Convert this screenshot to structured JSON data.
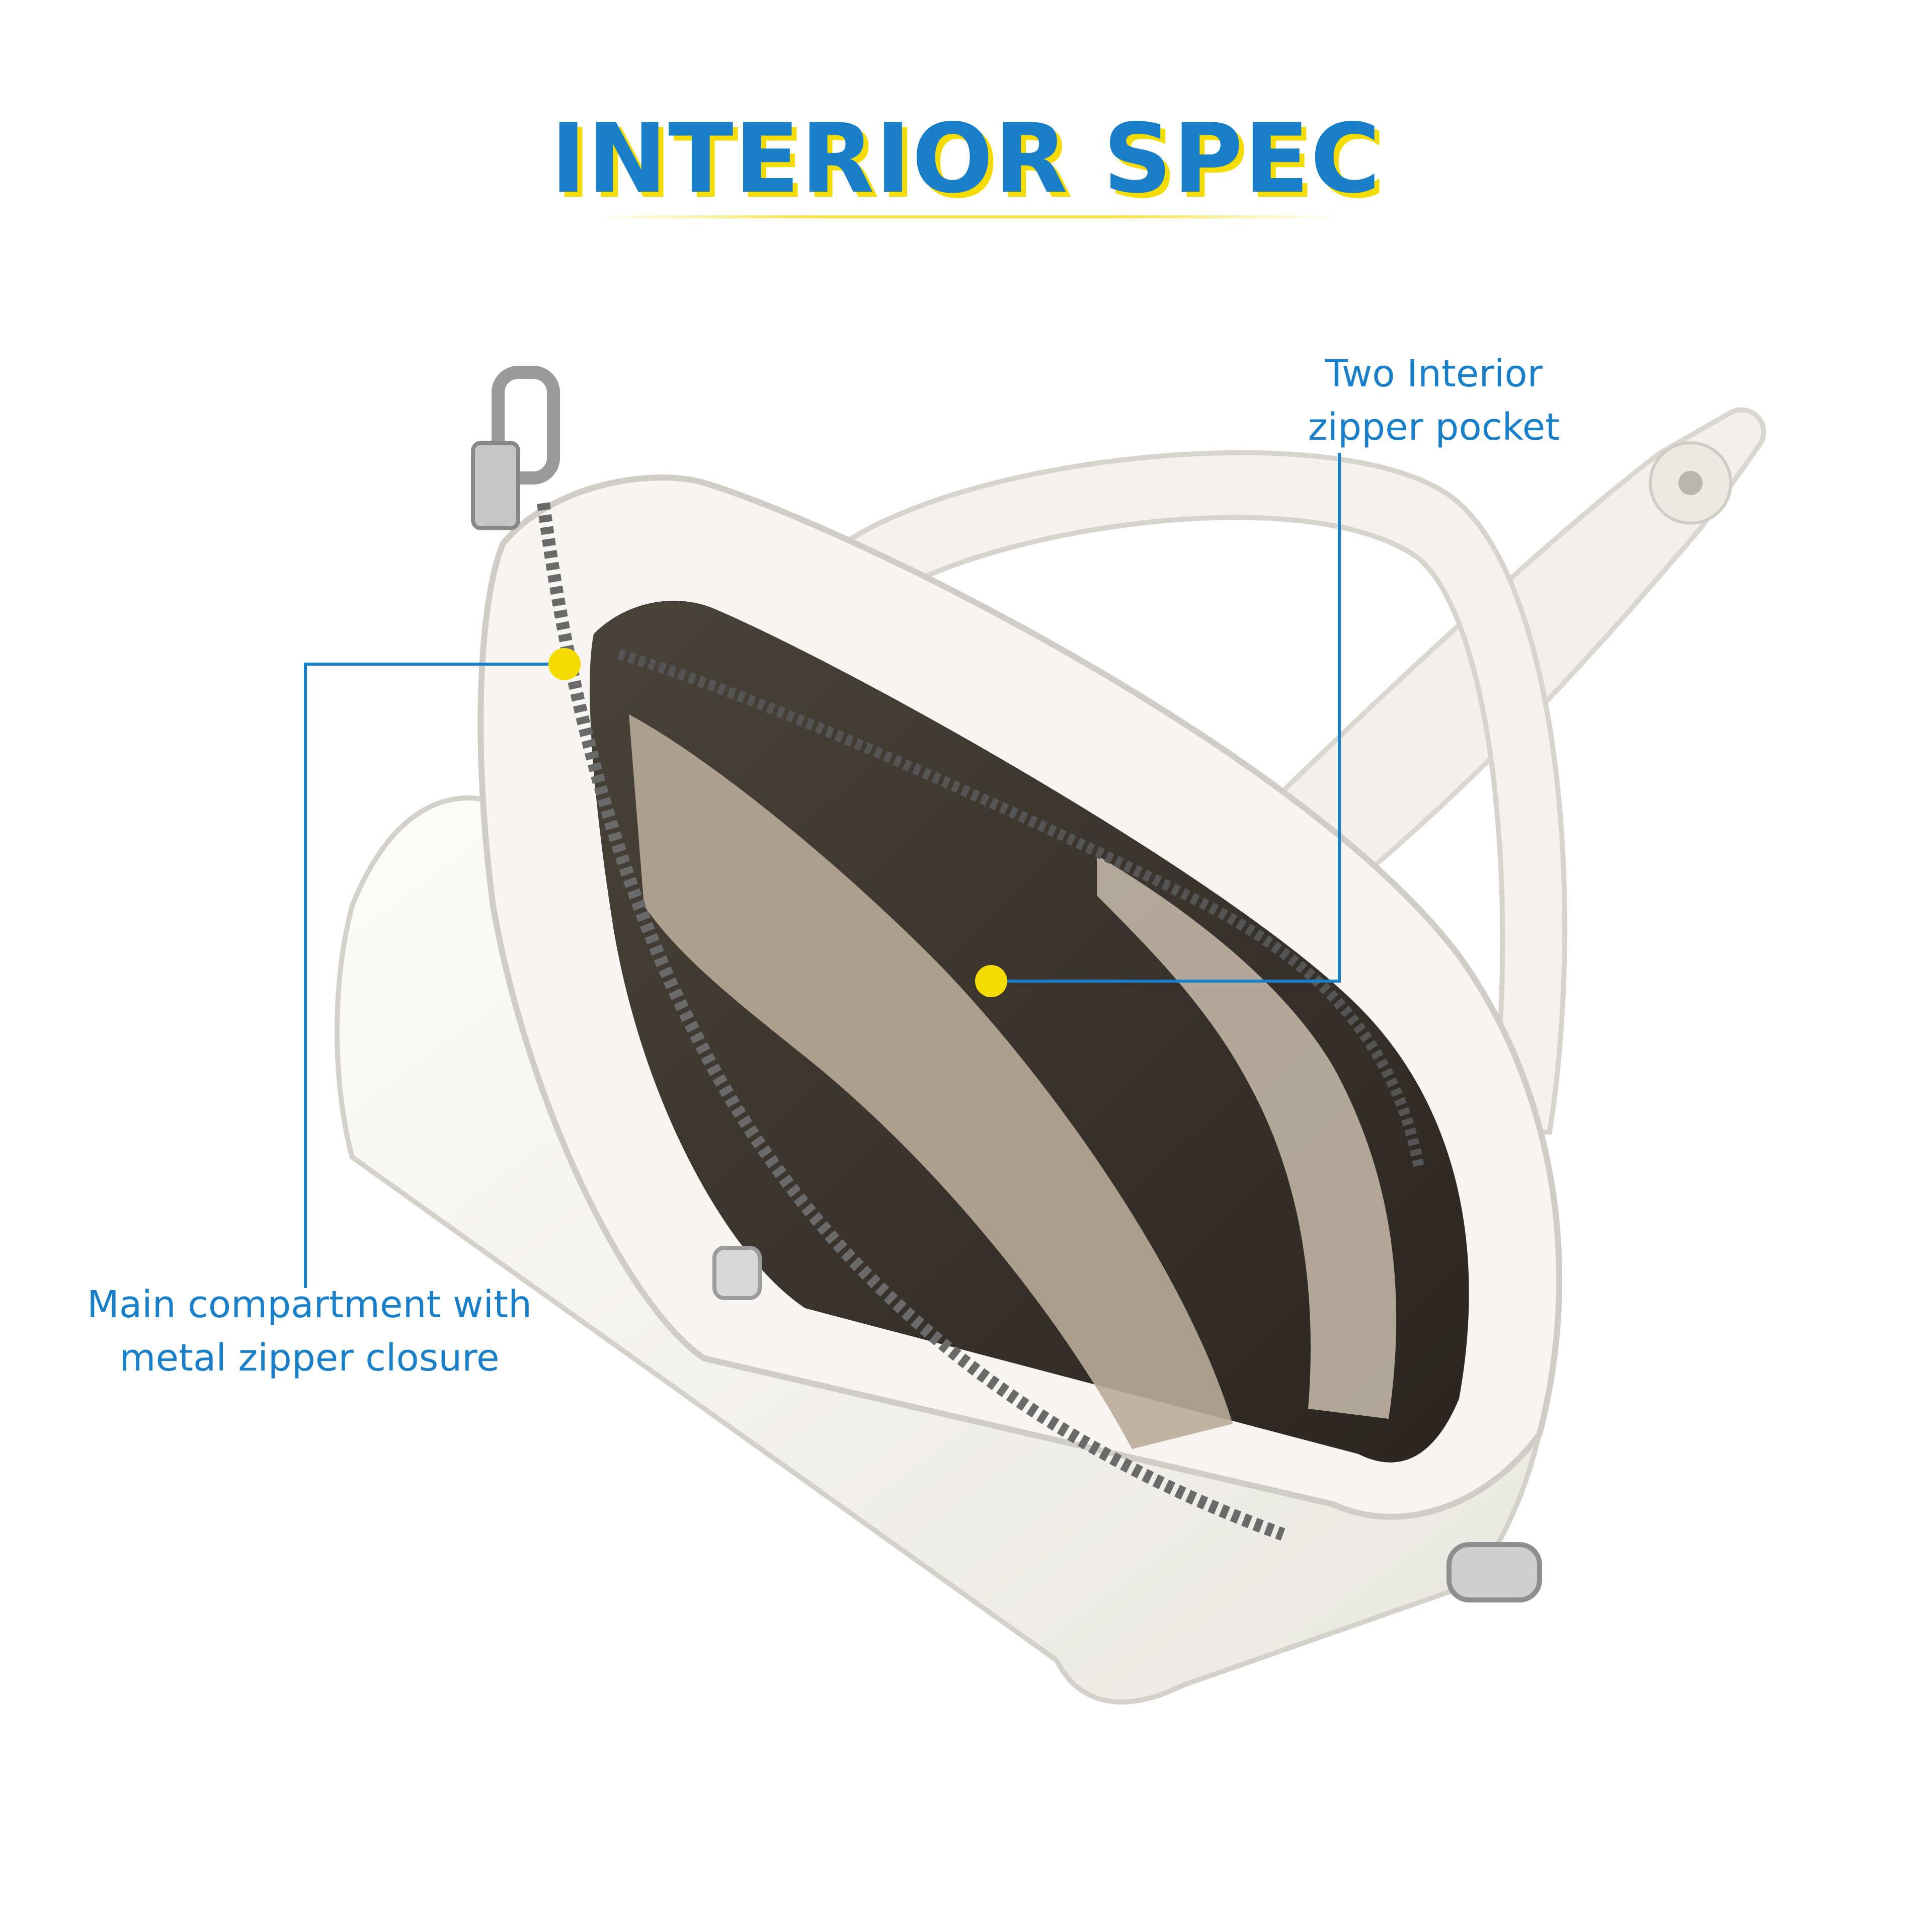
{
  "header": {
    "title": "INTERIOR SPEC"
  },
  "callouts": {
    "pocket": {
      "line1": "Two Interior",
      "line2": "zipper pocket"
    },
    "main": {
      "line1": "Main compartment with",
      "line2": "metal zipper closure"
    }
  },
  "colors": {
    "accent": "#1a7fc9",
    "marker": "#f5dc00",
    "bag": "#f4f3ef",
    "lining": "#3b342d"
  }
}
